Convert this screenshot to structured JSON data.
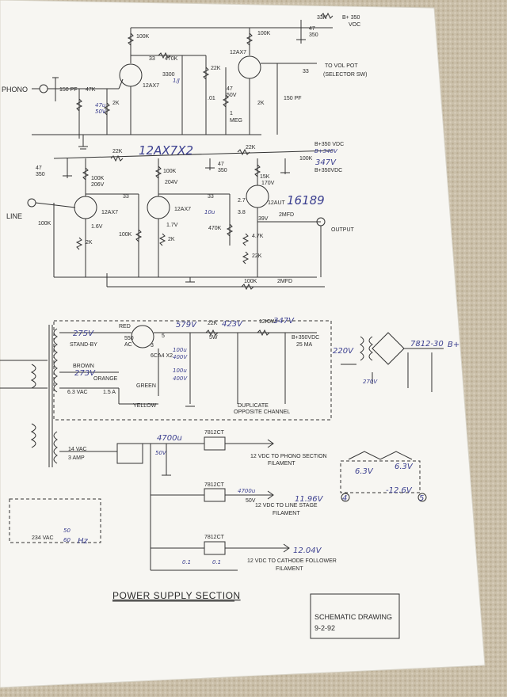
{
  "phono_section": {
    "input_label": "PHONO",
    "labels": [
      "100K",
      "33",
      "470K",
      "22K",
      "3300",
      "150 PF",
      "47K",
      "12AX7",
      "2K",
      "12AX7",
      "100K",
      "47",
      "350",
      "33",
      "TO VOL POT",
      "(SELECTOR SW)",
      "150 PF",
      ".01",
      "47",
      "50V",
      "2K",
      "1",
      "MEG",
      "33K",
      "B+ 350",
      "VOC"
    ],
    "handwritten": [
      "47u",
      "50V",
      "1/J"
    ]
  },
  "line_section": {
    "input_label": "LINE",
    "labels": [
      "22K",
      "47",
      "350",
      "100K",
      "206V",
      "33",
      "100K",
      "12AX7",
      "1.6V",
      "2K",
      "100K",
      "204V",
      "1.7V",
      "2K",
      "12AX7",
      "47",
      "350",
      "22K",
      "15K",
      "170V",
      "33",
      "12AUT",
      "2.7",
      "3.8",
      "470K",
      "39V",
      "2MFD",
      "4.7K",
      "22K",
      "OUTPUT",
      "100K",
      "100K",
      "2MFD",
      "B+350 VDC",
      "B+340V",
      "100K",
      "B+350VDC"
    ],
    "handwritten": [
      "12AX7X2",
      "347V",
      "16189",
      "10u"
    ]
  },
  "power_section": {
    "labels": [
      "RED",
      "550",
      "AC",
      "STAND-BY",
      "BROWN",
      "ORANGE",
      "6.3 VAC",
      "1.5 A",
      "6CA4 X2",
      "GREEN",
      "YELLOW",
      "5",
      "3",
      "22K",
      "5W",
      "12K",
      "5W",
      "B+350VDC",
      "25 MA",
      "DUPLICATE",
      "OPPOSITE CHANNEL",
      "100u",
      "400V",
      "100u",
      "400V",
      "14 VAC",
      "3 AMP",
      "7812CT",
      "12 VDC TO PHONO SECTION",
      "FILAMENT",
      "7812CT",
      "4700u",
      "50V",
      "12 VDC TO LINE STAGE",
      "FILAMENT",
      "7812CT",
      "0.1",
      "0.1",
      "12 VDC TO CATHODE FOLLOWER",
      "FILAMENT",
      "234 VAC",
      "50",
      "60"
    ],
    "handwritten": [
      "275V",
      "273V",
      "579V",
      "423V",
      "347V",
      "4700u",
      "50V",
      "11.96V",
      "12.04V",
      "220V",
      "270V",
      "7812-30",
      "B+",
      "6.3V",
      "6.3V",
      "-12.6V",
      "4",
      "5",
      "Hz"
    ],
    "section_title": "POWER SUPPLY SECTION"
  },
  "title_block": {
    "line1": "SCHEMATIC DRAWING",
    "line2": "9-2-92"
  },
  "colors": {
    "paper": "#f7f6f2",
    "ink": "#2a2a2a",
    "handwriting": "#3b3f8f",
    "carpet": "#c9bda6"
  }
}
